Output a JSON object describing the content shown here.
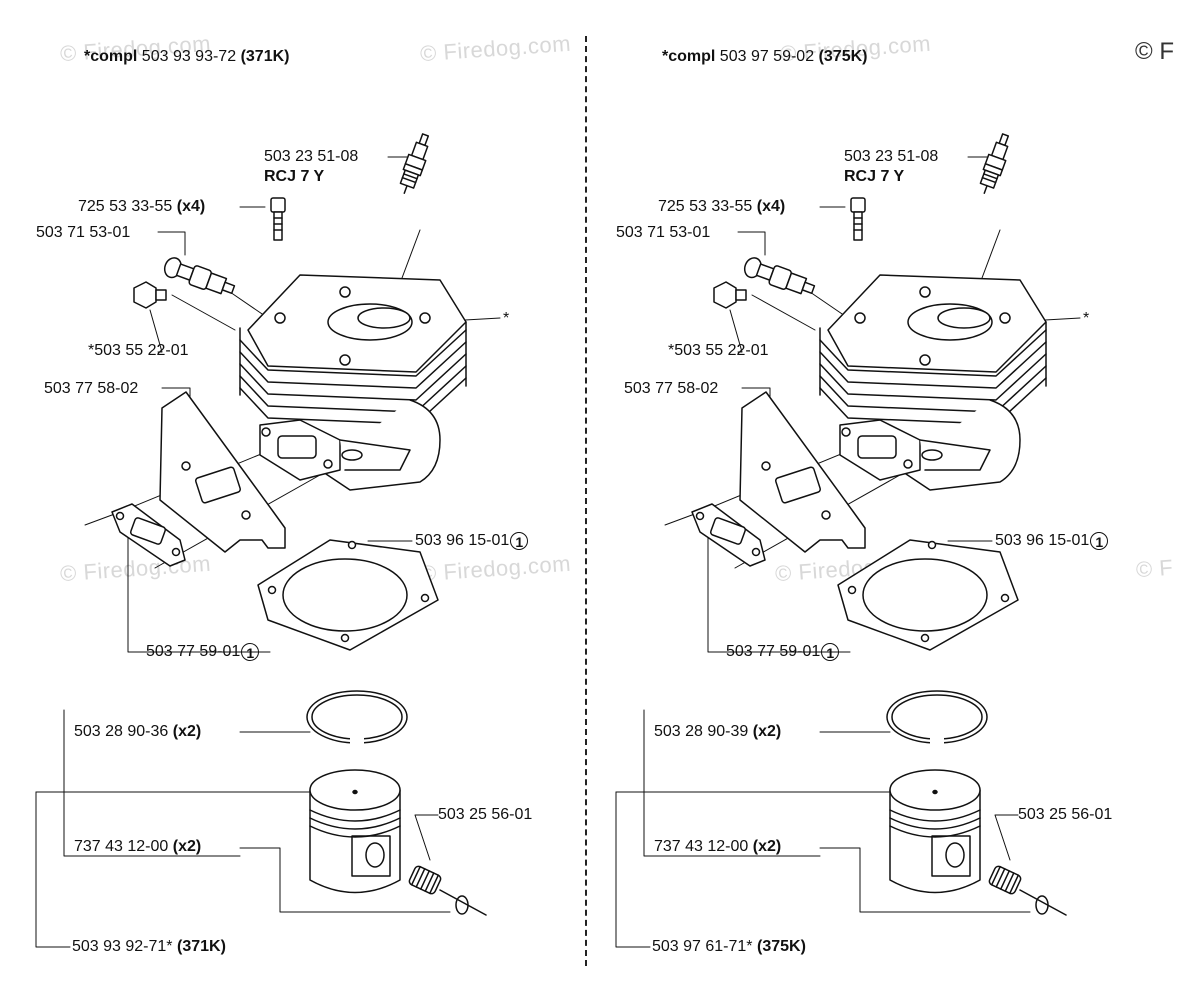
{
  "watermark": "© Firedog.com",
  "copyright_partial": "© F",
  "watermark_partial": "© F",
  "left": {
    "title": {
      "prefix": "*compl",
      "number": "503 93 93-72",
      "model": "(371K)"
    },
    "spark_plug": "503 23 51-08",
    "spark_plug_type": "RCJ 7 Y",
    "screw": "725 53 33-55",
    "screw_qty": "(x4)",
    "valve": "503 71 53-01",
    "valve_nut": "*503 55 22-01",
    "cylinder_marker": "*",
    "muffler_gasket": "503 77 58-02",
    "base_gasket": "503 96 15-01",
    "base_gasket_note": "1",
    "exhaust_gasket": "503 77 59-01",
    "exhaust_gasket_note": "1",
    "piston_ring": "503 28 90-36",
    "piston_ring_qty": "(x2)",
    "circlip": "737 43 12-00",
    "circlip_qty": "(x2)",
    "needle_bearing": "503 25 56-01",
    "piston_assy": "503 93 92-71*",
    "piston_assy_model": "(371K)"
  },
  "right": {
    "title": {
      "prefix": "*compl",
      "number": "503 97 59-02",
      "model": "(375K)"
    },
    "spark_plug": "503 23 51-08",
    "spark_plug_type": "RCJ 7 Y",
    "screw": "725 53 33-55",
    "screw_qty": "(x4)",
    "valve": "503 71 53-01",
    "valve_nut": "*503 55 22-01",
    "cylinder_marker": "*",
    "muffler_gasket": "503 77 58-02",
    "base_gasket": "503 96 15-01",
    "base_gasket_note": "1",
    "exhaust_gasket": "503 77 59-01",
    "exhaust_gasket_note": "1",
    "piston_ring": "503 28 90-39",
    "piston_ring_qty": "(x2)",
    "circlip": "737 43 12-00",
    "circlip_qty": "(x2)",
    "needle_bearing": "503 25 56-01",
    "piston_assy": "503 97 61-71*",
    "piston_assy_model": "(375K)"
  }
}
